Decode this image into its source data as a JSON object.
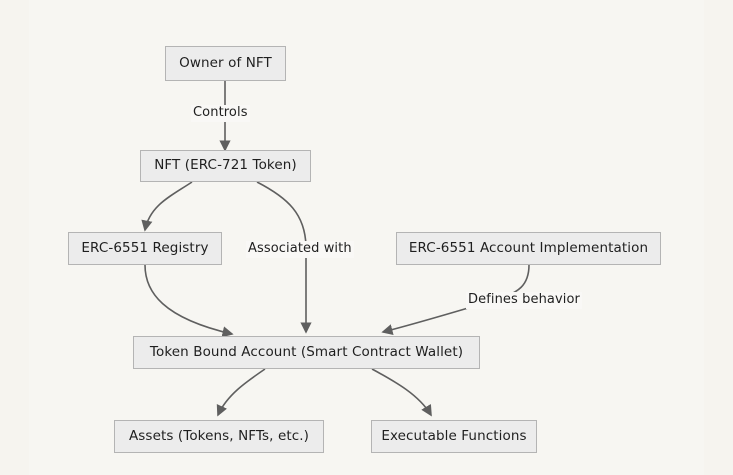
{
  "diagram": {
    "title": "ERC-6551 Token Bound Account flowchart",
    "background_color": "#f6f4ef",
    "canvas_color": "#f7f6f2",
    "node_fill": "#ececec",
    "node_border": "#b4b4b4",
    "edge_color": "#5f5f5f",
    "text_color": "#1f1f1f",
    "nodes": [
      {
        "id": "owner",
        "label": "Owner of NFT"
      },
      {
        "id": "nft",
        "label": "NFT (ERC-721 Token)"
      },
      {
        "id": "registry",
        "label": "ERC-6551 Registry"
      },
      {
        "id": "impl",
        "label": "ERC-6551 Account Implementation"
      },
      {
        "id": "tba",
        "label": "Token Bound Account (Smart Contract Wallet)"
      },
      {
        "id": "assets",
        "label": "Assets (Tokens, NFTs, etc.)"
      },
      {
        "id": "funcs",
        "label": "Executable Functions"
      }
    ],
    "edges": [
      {
        "from": "owner",
        "to": "nft",
        "label": "Controls"
      },
      {
        "from": "nft",
        "to": "registry",
        "label": ""
      },
      {
        "from": "nft",
        "to": "tba",
        "label": "Associated with"
      },
      {
        "from": "registry",
        "to": "tba",
        "label": ""
      },
      {
        "from": "impl",
        "to": "tba",
        "label": "Defines behavior"
      },
      {
        "from": "tba",
        "to": "assets",
        "label": ""
      },
      {
        "from": "tba",
        "to": "funcs",
        "label": ""
      }
    ],
    "edge_labels": {
      "controls": "Controls",
      "associated_with": "Associated with",
      "defines_behavior": "Defines behavior"
    }
  }
}
